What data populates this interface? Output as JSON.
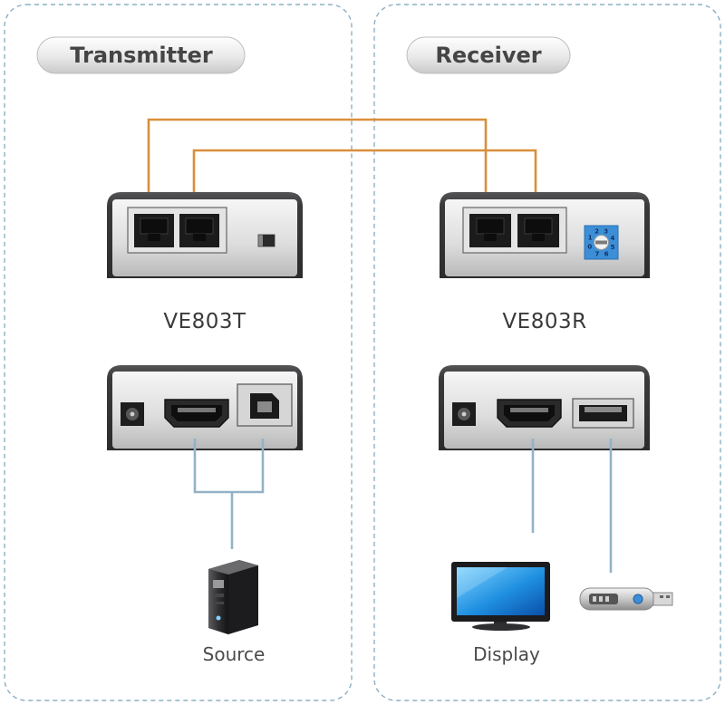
{
  "panels": {
    "transmitter": {
      "title": "Transmitter",
      "model": "VE803T",
      "device_caption": "Source"
    },
    "receiver": {
      "title": "Receiver",
      "model": "VE803R",
      "device_caption": "Display"
    }
  },
  "dial_numbers": [
    "0",
    "1",
    "2",
    "3",
    "4",
    "5",
    "6",
    "7"
  ],
  "colors": {
    "cable_orange": "#d98f3a",
    "cable_blue": "#93b2c6",
    "panel_border": "#8cb0c4",
    "device_dark": "#3b3b3d",
    "dial_blue": "#3c8fd6"
  },
  "icons": {
    "rj45": "rj45-port-icon",
    "hdmi": "hdmi-port-icon",
    "usb_b": "usb-b-port-icon",
    "usb_a": "usb-a-port-icon",
    "power": "power-jack-icon",
    "dial": "rotary-dial-icon",
    "switch": "slide-switch-icon",
    "pc": "pc-tower-icon",
    "monitor": "monitor-icon",
    "usb_stick": "usb-stick-icon"
  }
}
